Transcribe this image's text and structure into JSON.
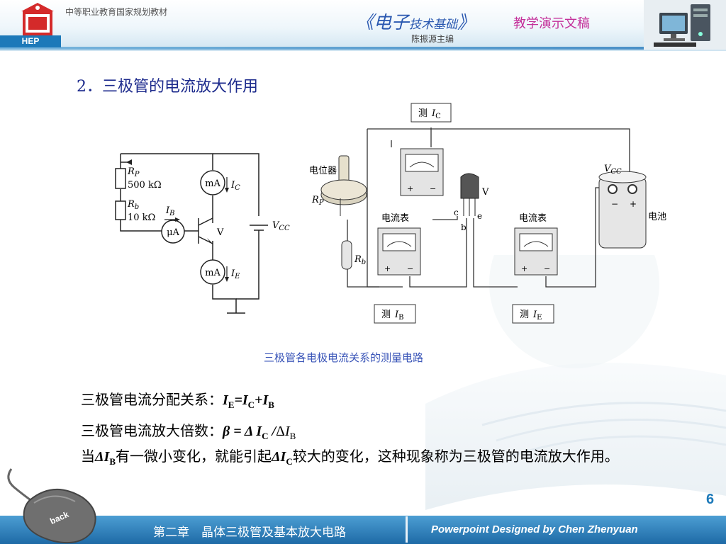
{
  "header": {
    "series": "中等职业教育国家规划教材",
    "publisher_short": "HEP",
    "course_title_open": "《",
    "course_title_main": "电子",
    "course_title_sub": "技术基础",
    "course_title_close": "》",
    "deck_label": "教学演示文稿",
    "editor": "陈振源主编"
  },
  "content": {
    "heading": "2．三极管的电流放大作用",
    "caption": "三极管各电极电流关系的测量电路",
    "relation1_label": "三极管电流分配关系：",
    "relation2_label": "三极管电流放大倍数：",
    "paragraph_start": "当",
    "paragraph_mid": "有一微小变化，就能引起",
    "paragraph_end": "较大的变化，这种现象称为三极管的电流放大作用。"
  },
  "diagram": {
    "rp_label": "R",
    "rp_sub": "P",
    "rp_value": "500 kΩ",
    "rb_label": "R",
    "rb_sub": "b",
    "rb_value": "10 kΩ",
    "ma": "mA",
    "ua": "μA",
    "ib": "I",
    "ib_sub": "B",
    "ic": "I",
    "ic_sub": "C",
    "ie": "I",
    "ie_sub": "E",
    "transistor": "V",
    "vcc": "V",
    "vcc_sub": "CC",
    "potentiometer": "电位器",
    "ammeter1": "电流表",
    "ammeter2": "电流表",
    "battery": "电池",
    "measure_ic": "测",
    "measure_ib": "测",
    "measure_ie": "测",
    "pin_c": "c",
    "pin_b": "b",
    "pin_e": "e",
    "plus": "+",
    "minus": "−"
  },
  "footer": {
    "page_number": "6",
    "chapter": "第二章　晶体三极管及基本放大电路",
    "credit": "Powerpoint  Designed  by  Chen Zhenyuan",
    "back_label": "back"
  },
  "colors": {
    "heading": "#1c2a8c",
    "accent_blue": "#1c79b9",
    "title_blue": "#2a58b0",
    "deck_pink": "#c4309a"
  }
}
